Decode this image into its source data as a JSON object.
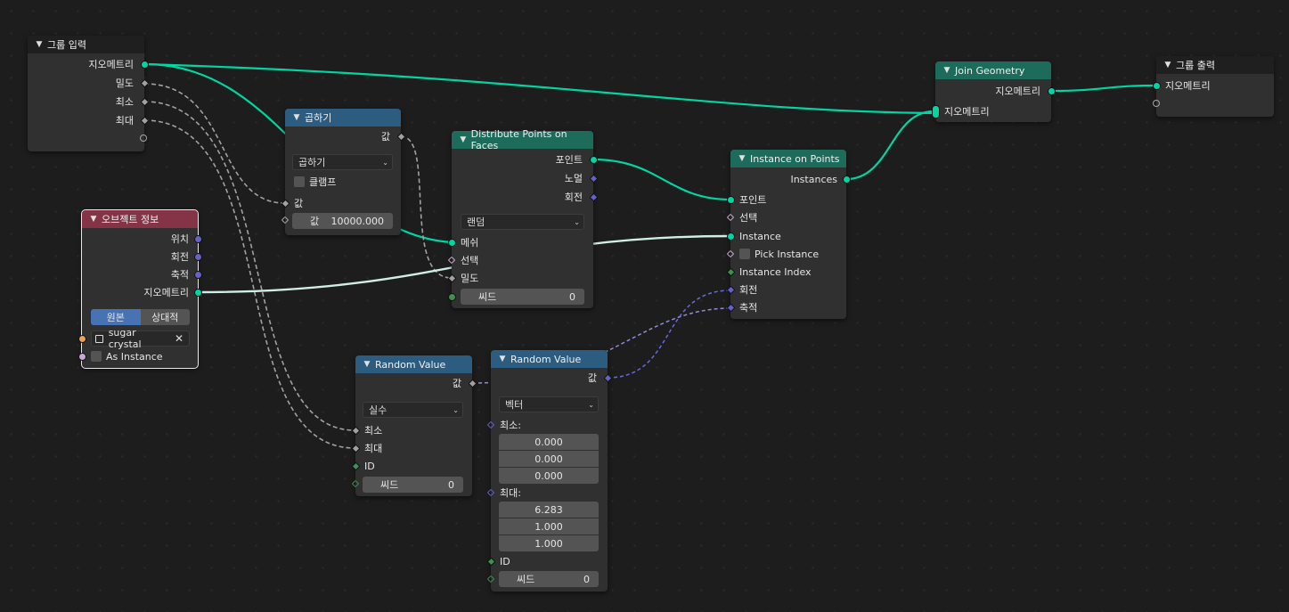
{
  "nodes": {
    "group_input": {
      "title": "그룹 입력",
      "outputs": [
        "지오메트리",
        "밀도",
        "최소",
        "최대"
      ]
    },
    "multiply": {
      "title": "곱하기",
      "output": "값",
      "operation": "곱하기",
      "clamp_label": "클램프",
      "input_label": "값",
      "value_label": "값",
      "value": "10000.000"
    },
    "distribute": {
      "title": "Distribute Points on Faces",
      "outputs": [
        "포인트",
        "노멀",
        "회전"
      ],
      "mode": "랜덤",
      "inputs": [
        "메쉬",
        "선택",
        "밀도"
      ],
      "seed_label": "씨드",
      "seed_value": "0"
    },
    "instance_on_points": {
      "title": "Instance on Points",
      "output": "Instances",
      "inputs": [
        "포인트",
        "선택",
        "Instance",
        "Pick Instance",
        "Instance Index",
        "회전",
        "축적"
      ]
    },
    "join_geometry": {
      "title": "Join Geometry",
      "output": "지오메트리",
      "input": "지오메트리"
    },
    "group_output": {
      "title": "그룹 출력",
      "input": "지오메트리"
    },
    "object_info": {
      "title": "오브젝트 정보",
      "outputs": [
        "위치",
        "회전",
        "축적",
        "지오메트리"
      ],
      "seg_original": "원본",
      "seg_relative": "상대적",
      "object": "sugar crystal",
      "as_instance": "As Instance"
    },
    "random_value_1": {
      "title": "Random Value",
      "output": "값",
      "type": "실수",
      "inputs": [
        "최소",
        "최대",
        "ID"
      ],
      "seed_label": "씨드",
      "seed_value": "0"
    },
    "random_value_2": {
      "title": "Random Value",
      "output": "값",
      "type": "벡터",
      "min_label": "최소:",
      "min": [
        "0.000",
        "0.000",
        "0.000"
      ],
      "max_label": "최대:",
      "max": [
        "6.283",
        "1.000",
        "1.000"
      ],
      "id_label": "ID",
      "seed_label": "씨드",
      "seed_value": "0"
    }
  },
  "icons": {
    "collapse": "chevron-down-icon",
    "dropdown": "chevron-down-icon",
    "object": "object-icon",
    "clear": "close-icon"
  },
  "colors": {
    "geometry_link": "#00d6a3",
    "float_link": "#a1a1a1",
    "vector_link": "#6363c7",
    "header_input_output": "#1f1f1f",
    "header_converter": "#2c5d80",
    "header_geometry": "#1d6b5a",
    "header_input": "#853447"
  }
}
